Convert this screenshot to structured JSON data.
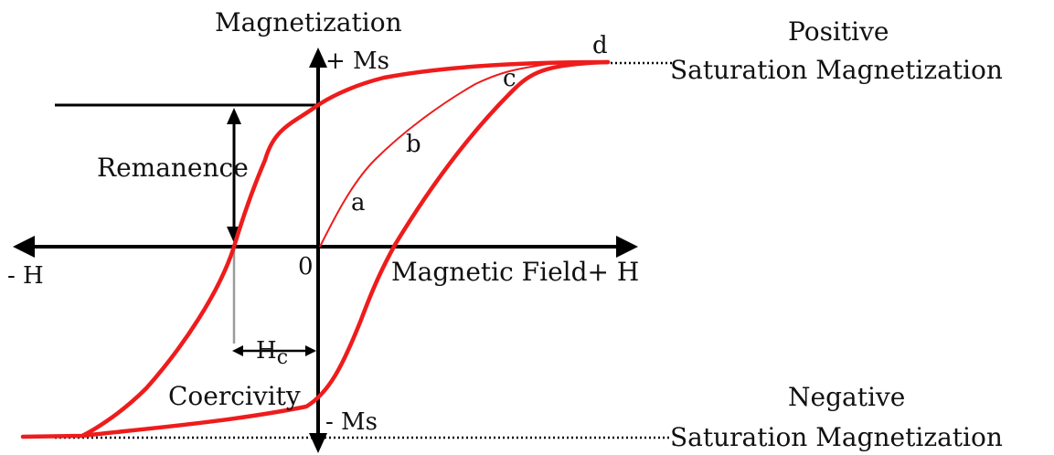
{
  "labels": {
    "y_axis_title": "Magnetization",
    "plus_ms": "+ Ms",
    "minus_ms": "- Ms",
    "minus_h": "- H",
    "origin": "0",
    "x_axis_title": "Magnetic Field+ H",
    "remanence": "Remanence",
    "hc_main": "H",
    "hc_sub": "c",
    "coercivity": "Coercivity",
    "point_a": "a",
    "point_b": "b",
    "point_c": "c",
    "point_d": "d",
    "pos_sat_line1": "Positive",
    "pos_sat_line2": "Saturation Magnetization",
    "neg_sat_line1": "Negative",
    "neg_sat_line2": "Saturation Magnetization"
  },
  "colors": {
    "curve": "#ee1c1c",
    "axis": "#000000",
    "guide": "#9a9a9a"
  }
}
